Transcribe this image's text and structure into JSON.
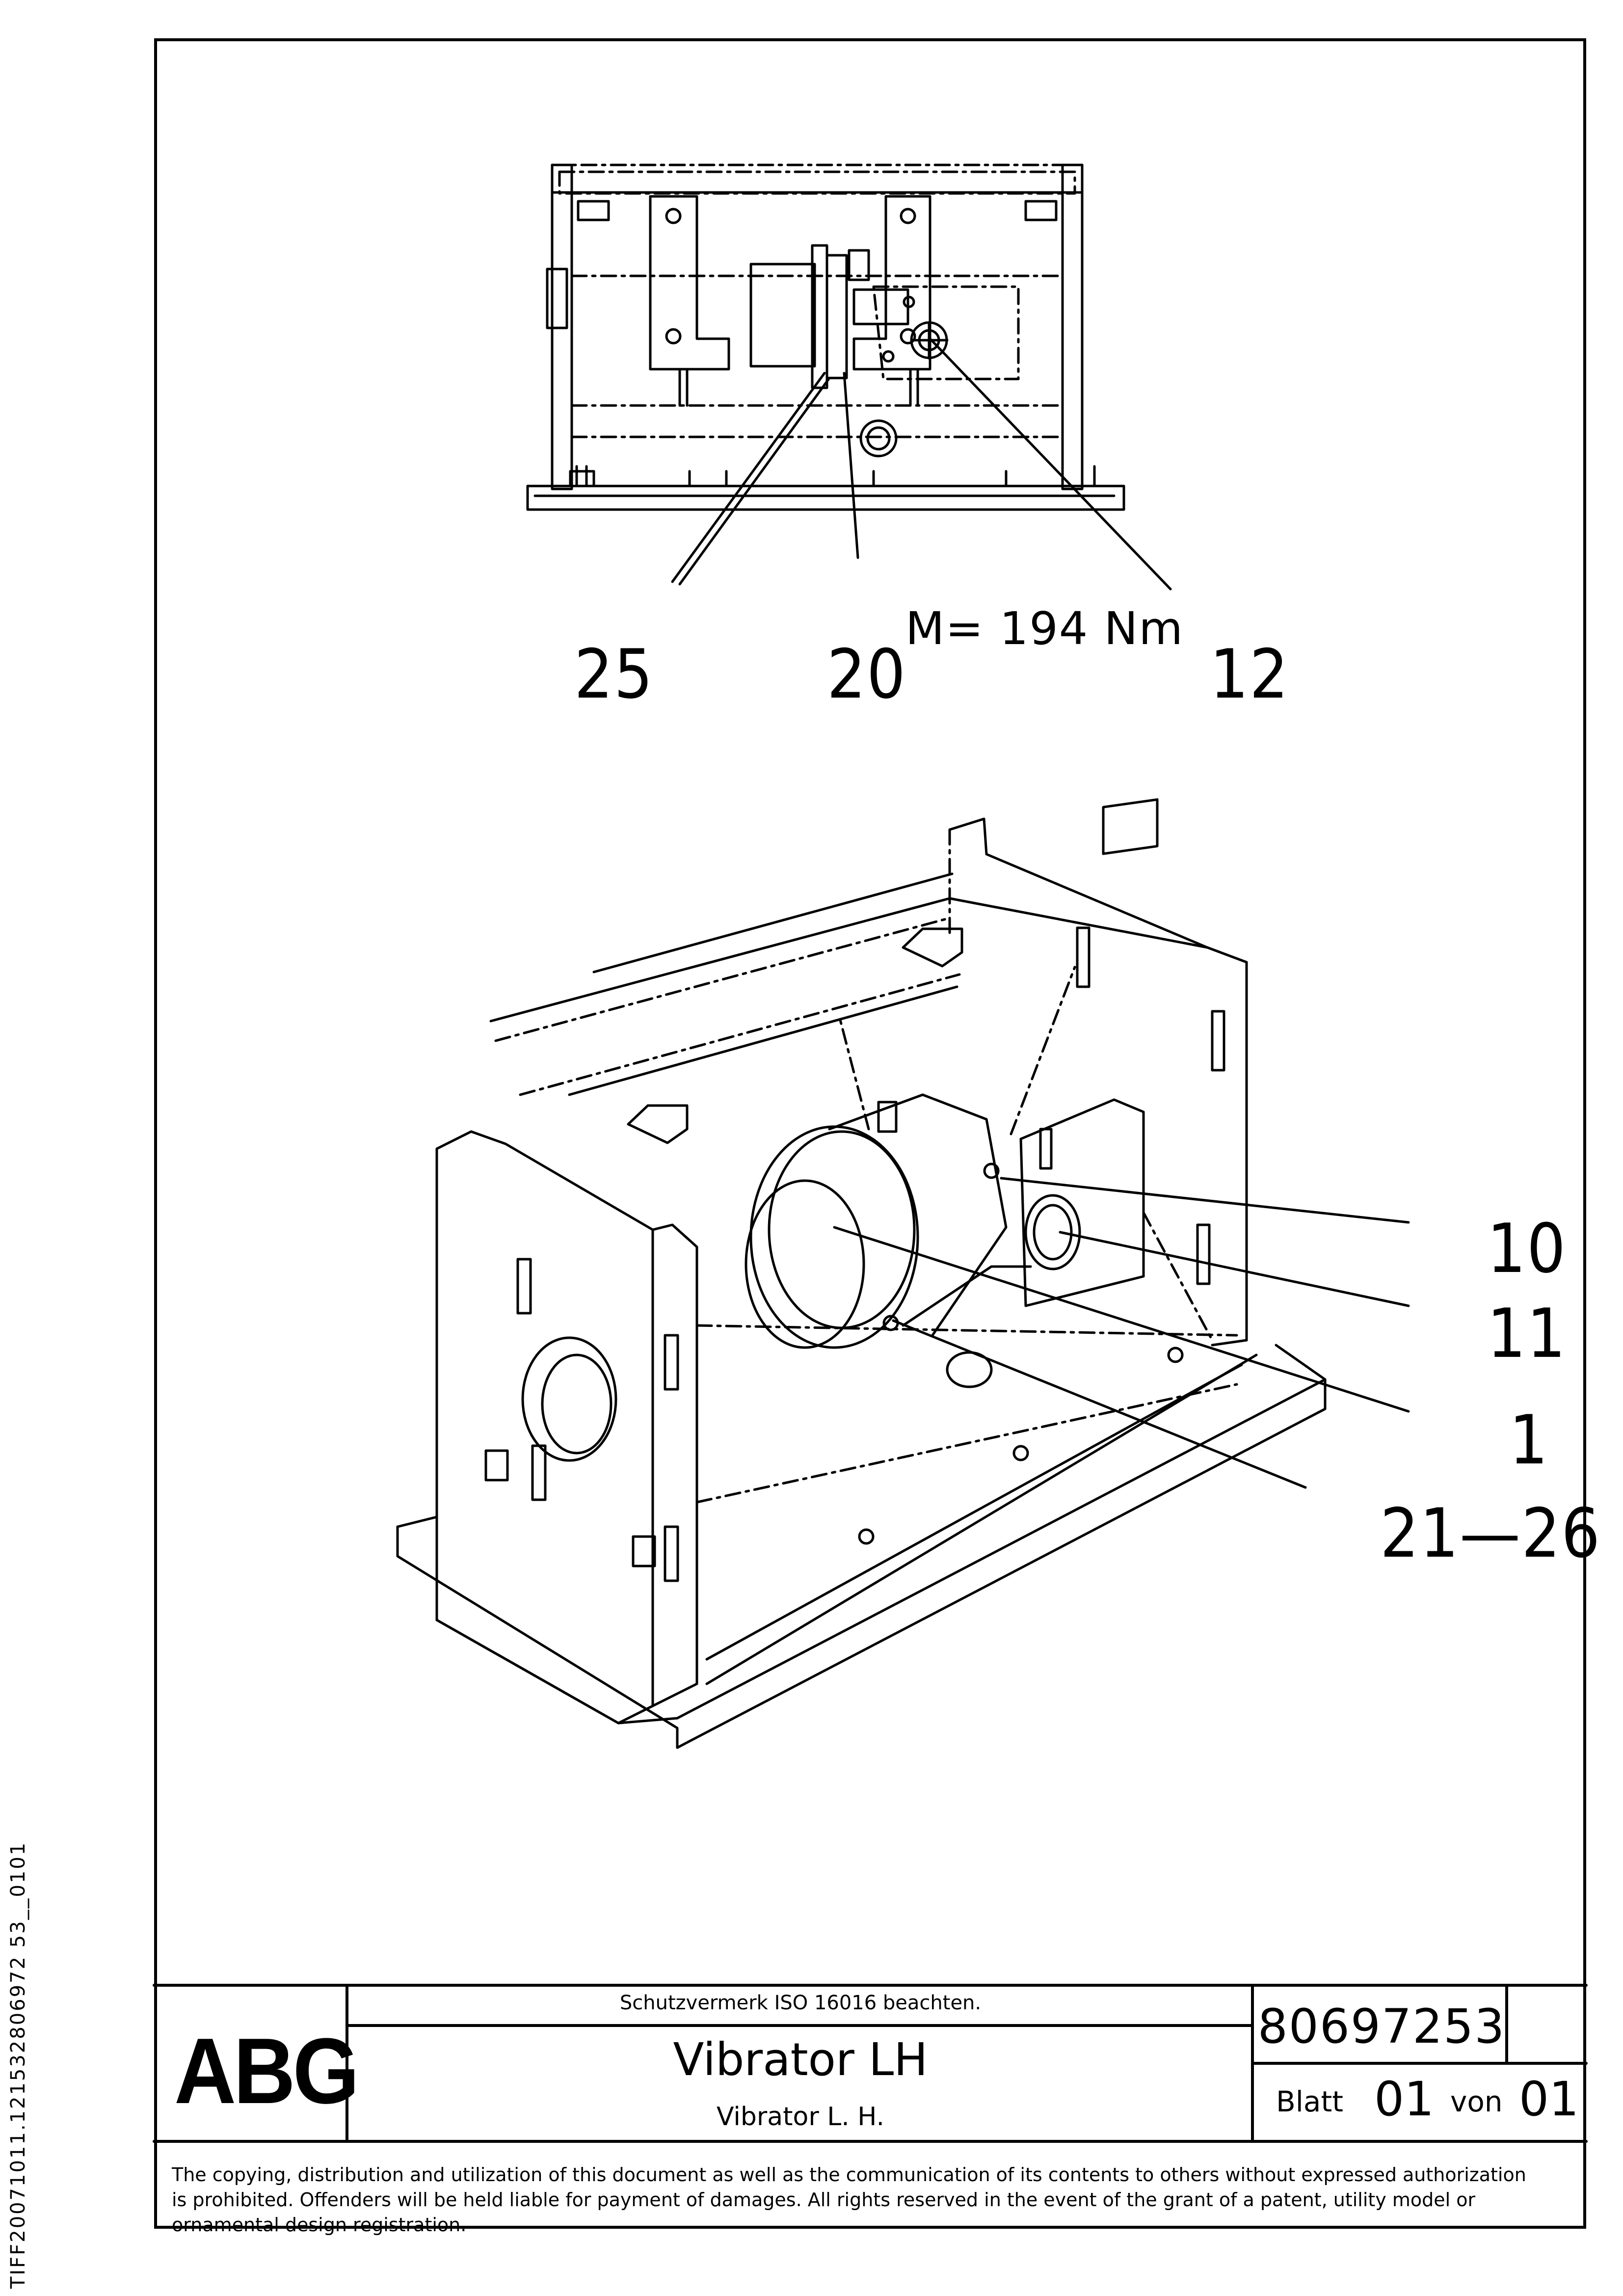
{
  "side_code": "TIFF20071011.121532806972530101",
  "side_code_display": "TIFF20071011.121532806972 53__0101",
  "top_view": {
    "callouts": [
      "25",
      "20",
      "12"
    ],
    "torque": "M=  194 Nm"
  },
  "iso_view": {
    "callouts": [
      "10",
      "11",
      "1",
      "21—26"
    ]
  },
  "title_block": {
    "logo": "ABG",
    "notice": "Schutzvermerk ISO 16016 beachten.",
    "title": "Vibrator LH",
    "subtitle": "Vibrator L. H.",
    "document_number": "80697253",
    "sheet_label": "Blatt",
    "sheet": "01",
    "of_label": "von",
    "sheet_total": "01"
  },
  "legal_notice": [
    "The copying, distribution and utilization of this document as well as the communication of its contents to others without expressed authorization",
    "is prohibited. Offenders will be held liable for payment of damages. All rights reserved in the event of the grant of a patent, utility model or",
    "ornamental design registration."
  ]
}
